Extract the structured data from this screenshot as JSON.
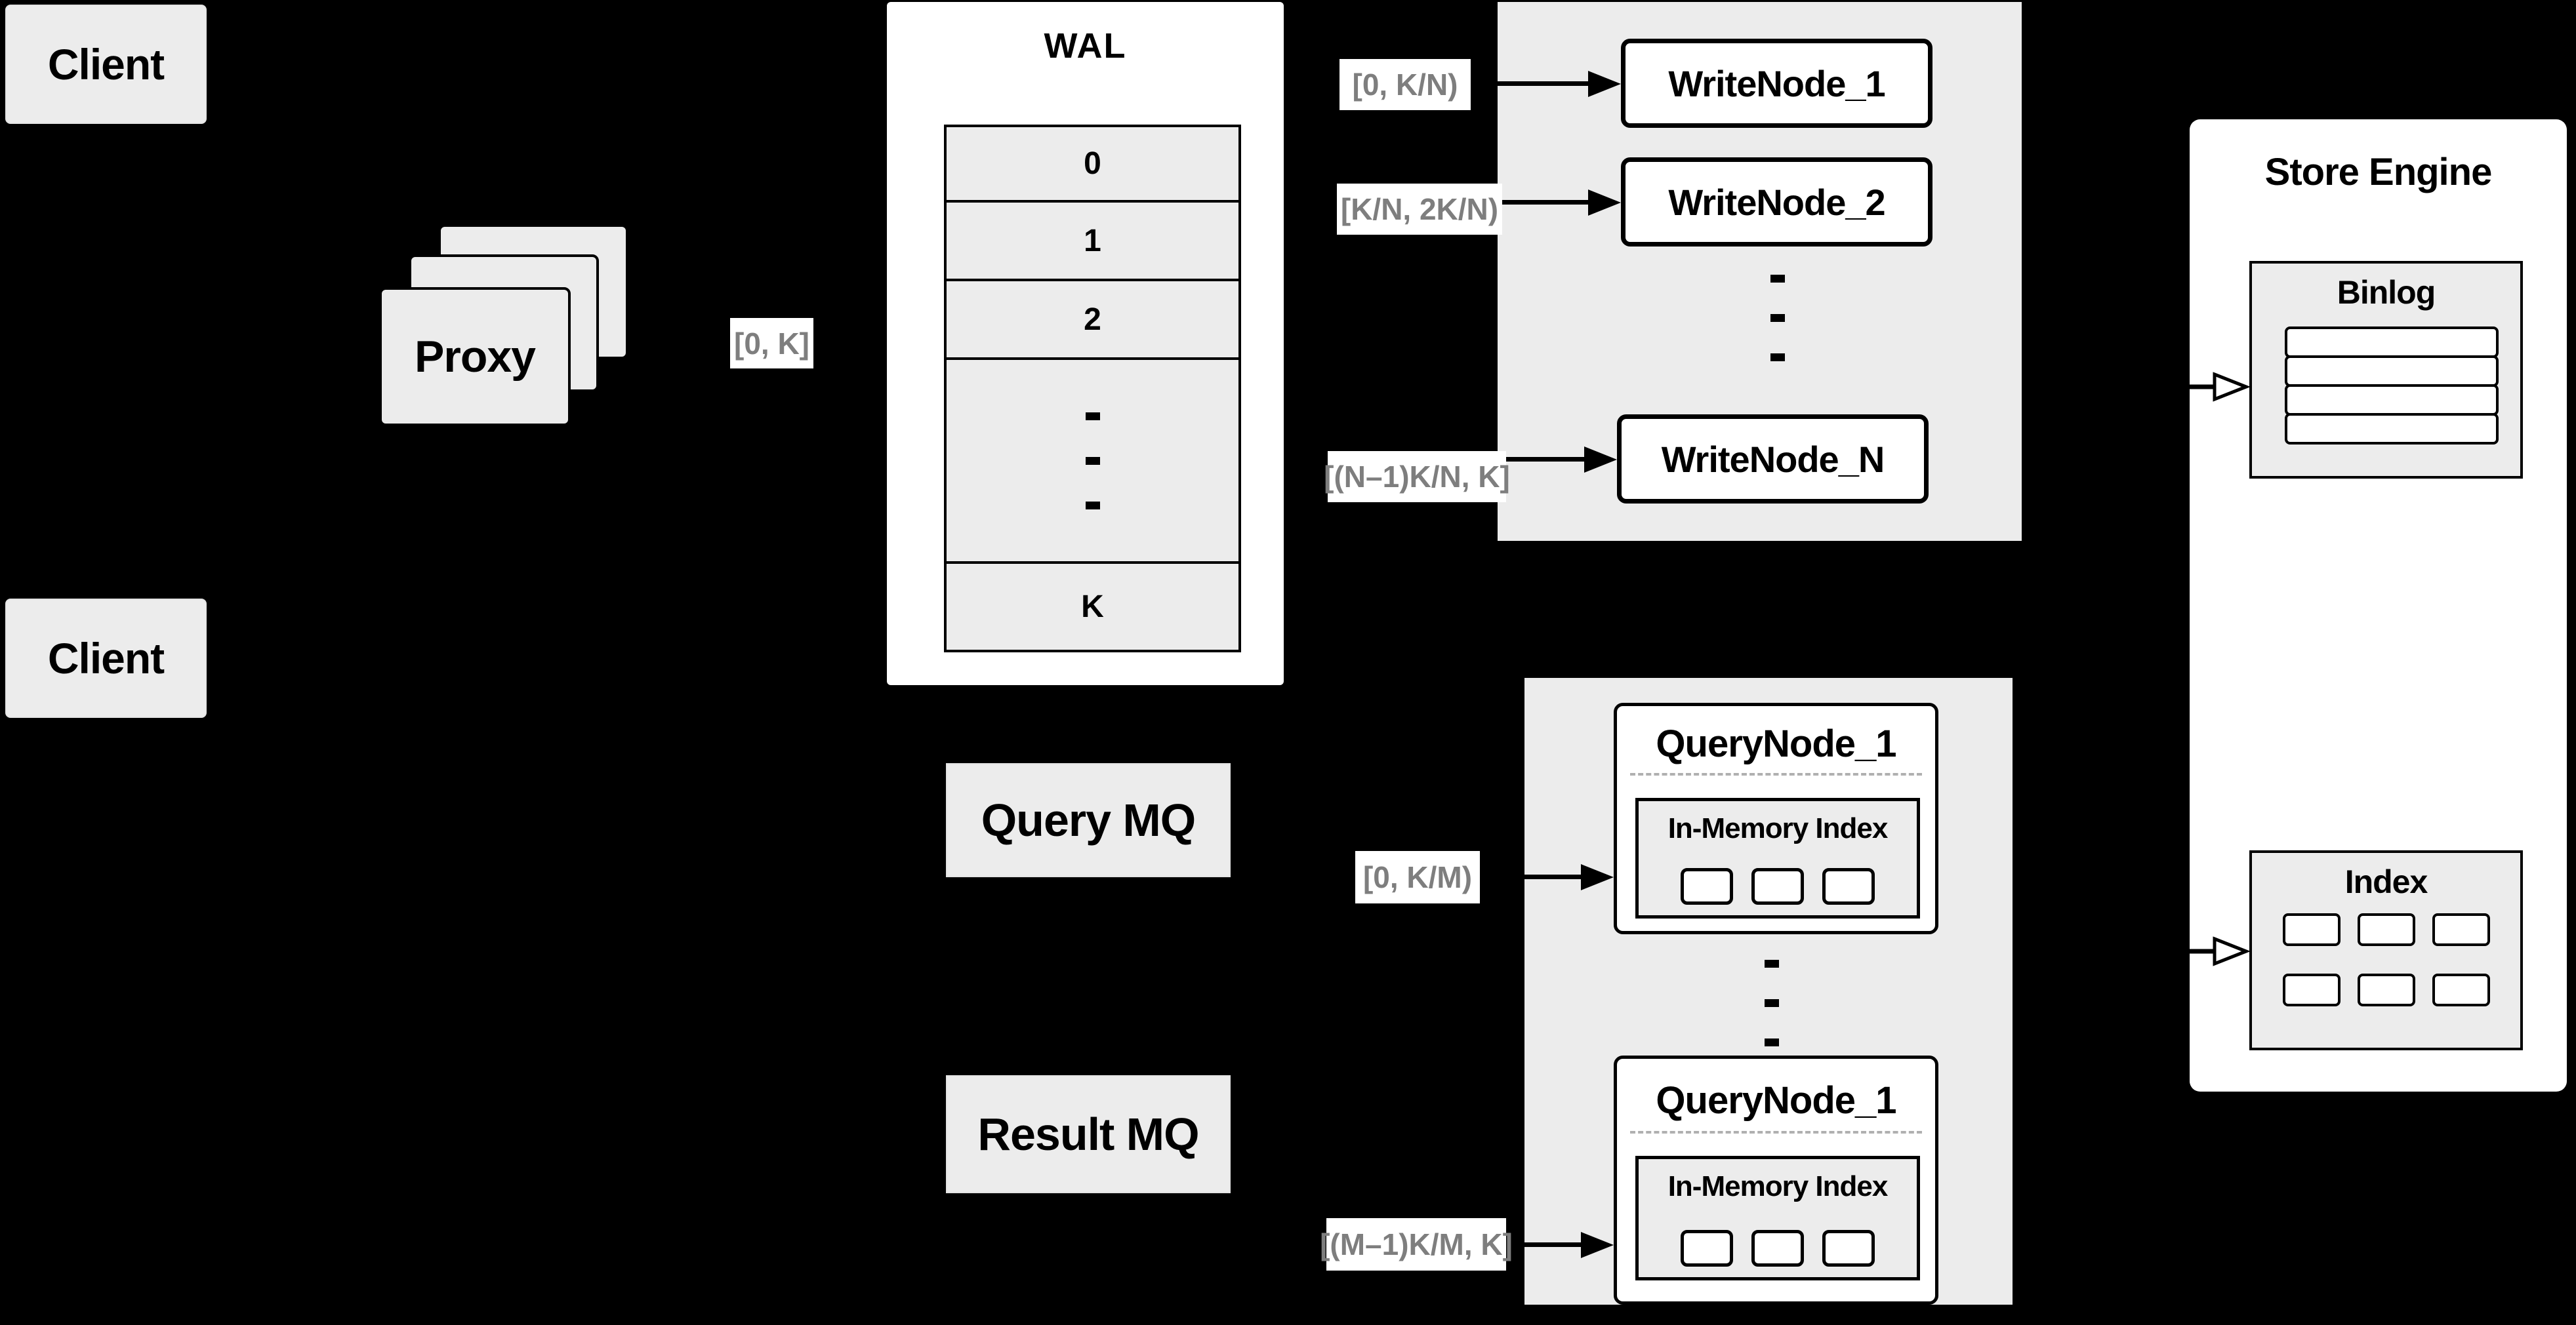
{
  "clients": {
    "top": "Client",
    "bottom": "Client"
  },
  "proxy": {
    "label": "Proxy"
  },
  "chips": {
    "proxy_wal": "[0, K]",
    "write_1": "[0, K/N)",
    "write_2": "[K/N, 2K/N)",
    "write_n": "[(N–1)K/N, K]",
    "query_1": "[0, K/M)",
    "query_m": "[(M–1)K/M, K]"
  },
  "wal": {
    "title": "WAL",
    "segments": [
      "0",
      "1",
      "2"
    ],
    "last_segment": "K"
  },
  "write_nodes": [
    "WriteNode_1",
    "WriteNode_2",
    "WriteNode_N"
  ],
  "query_nodes": [
    {
      "title": "QueryNode_1",
      "index_label": "In-Memory Index"
    },
    {
      "title": "QueryNode_1",
      "index_label": "In-Memory Index"
    }
  ],
  "mq": {
    "query": "Query MQ",
    "result": "Result MQ"
  },
  "store": {
    "title": "Store Engine",
    "binlog_title": "Binlog",
    "index_title": "Index"
  },
  "colors": {
    "background": "#000000",
    "panel_gray": "#ececec",
    "box_white": "#ffffff",
    "line_black": "#000000",
    "chip_text": "#7e7e7e"
  }
}
